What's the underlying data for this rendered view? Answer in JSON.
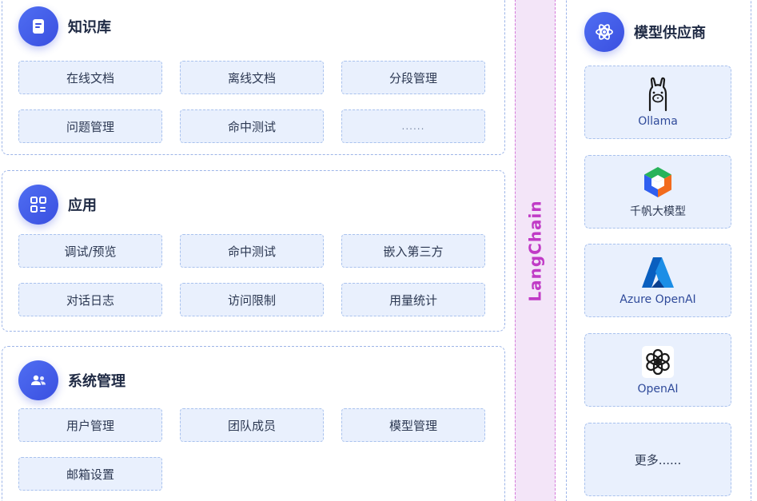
{
  "knowledge_base": {
    "title": "知识库",
    "items": [
      "在线文档",
      "离线文档",
      "分段管理",
      "问题管理",
      "命中测试",
      "......"
    ]
  },
  "application": {
    "title": "应用",
    "items": [
      "调试/预览",
      "命中测试",
      "嵌入第三方",
      "对话日志",
      "访问限制",
      "用量统计"
    ]
  },
  "system": {
    "title": "系统管理",
    "items": [
      "用户管理",
      "团队成员",
      "模型管理",
      "邮箱设置"
    ]
  },
  "langchain": {
    "label": "LangChain"
  },
  "providers": {
    "title": "模型供应商",
    "items": [
      "Ollama",
      "千帆大模型",
      "Azure OpenAI",
      "OpenAI",
      "更多......"
    ]
  },
  "colors": {
    "accent": "#3a4fe0",
    "button_bg": "#e9f0fd",
    "langchain_bg": "#f3e5f8",
    "langchain_text": "#c03bc6"
  }
}
